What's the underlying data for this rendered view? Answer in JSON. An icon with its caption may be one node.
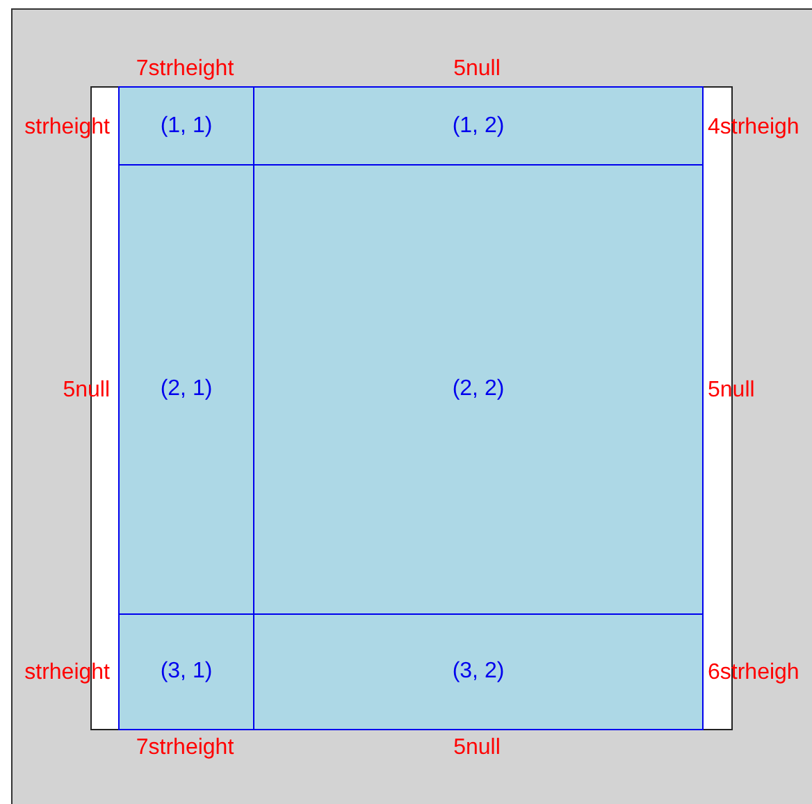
{
  "diagram": {
    "nodes": [
      {
        "text": [
          "(1, 1)"
        ]
      },
      {
        "text": [
          "(1, 2)"
        ]
      },
      {
        "text": [
          "(2, 1)"
        ]
      },
      {
        "text": [
          "(2, 2)"
        ]
      },
      {
        "text": [
          "(3, 1)"
        ]
      },
      {
        "text": [
          "(3, 2)"
        ]
      }
    ],
    "edges": [],
    "labels": [
      "7strheight",
      "5null",
      "strheight",
      "4strheigh",
      "5null",
      "5null",
      "strheight",
      "6strheigh",
      "7strheight",
      "5null"
    ]
  }
}
